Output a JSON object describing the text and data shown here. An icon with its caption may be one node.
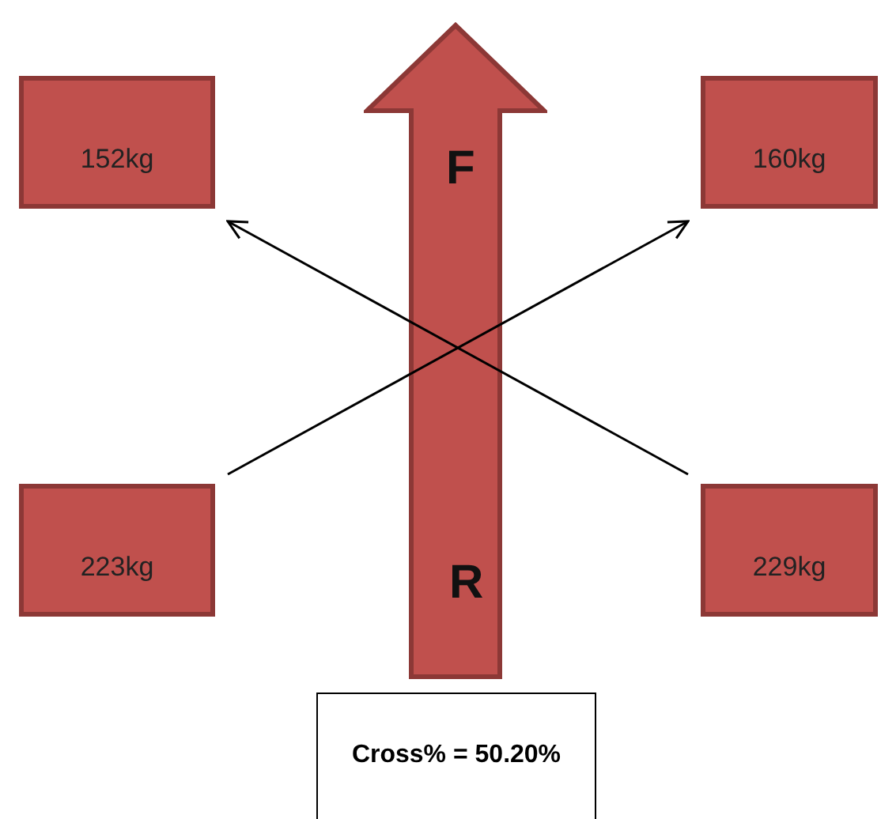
{
  "diagram": {
    "nodes": [
      {
        "text": [
          "152kg"
        ]
      },
      {
        "text": [
          "160kg"
        ]
      },
      {
        "text": [
          "223kg"
        ]
      },
      {
        "text": [
          "229kg"
        ]
      },
      {
        "text": [
          "Cross% = 50.20%"
        ]
      }
    ],
    "edges": [
      {
        "from": 3,
        "to": 0,
        "arrow": "to"
      },
      {
        "from": 2,
        "to": 1,
        "arrow": "to"
      }
    ],
    "labels": [
      "F",
      "R"
    ]
  }
}
